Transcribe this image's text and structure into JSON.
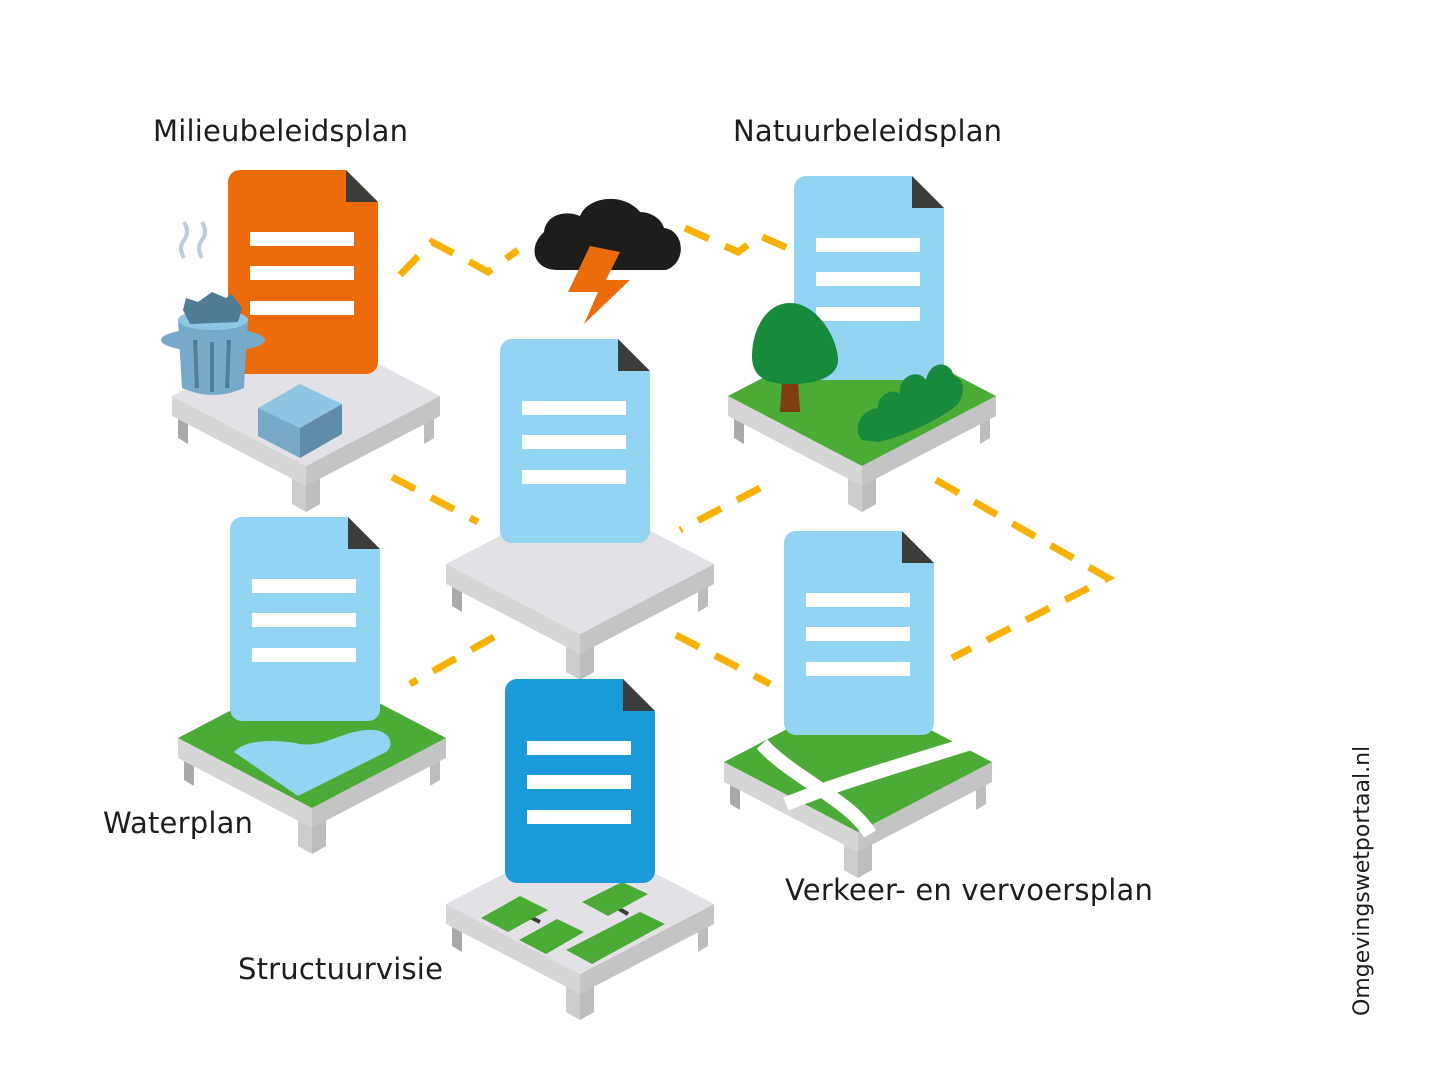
{
  "title_labels": {
    "milieu": "Milieubeleidsplan",
    "natuur": "Natuurbeleidsplan",
    "water": "Waterplan",
    "structuur": "Structuurvisie",
    "verkeer": "Verkeer- en vervoersplan"
  },
  "credit": "Omgevingswetportaal.nl",
  "nodes": [
    {
      "id": "milieu",
      "label": "Milieubeleidsplan",
      "doc_color": "#ec6b0b",
      "platform": "grey",
      "decorations": [
        "trash-can",
        "block"
      ]
    },
    {
      "id": "natuur",
      "label": "Natuurbeleidsplan",
      "doc_color": "#93d4f3",
      "platform": "green",
      "decorations": [
        "tree",
        "bush"
      ]
    },
    {
      "id": "center",
      "label": "",
      "doc_color": "#93d4f3",
      "platform": "grey",
      "decorations": []
    },
    {
      "id": "water",
      "label": "Waterplan",
      "doc_color": "#93d4f3",
      "platform": "green",
      "decorations": [
        "water-pond"
      ]
    },
    {
      "id": "structuur",
      "label": "Structuurvisie",
      "doc_color": "#1a9ad9",
      "platform": "grey",
      "decorations": [
        "green-plots"
      ]
    },
    {
      "id": "verkeer",
      "label": "Verkeer- en vervoersplan",
      "doc_color": "#93d4f3",
      "platform": "green",
      "decorations": [
        "roads"
      ]
    }
  ],
  "connectors": [
    {
      "from": "milieu",
      "to": "natuur",
      "style": "dashed",
      "via": "storm-cloud"
    },
    {
      "from": "milieu",
      "to": "center",
      "style": "dashed"
    },
    {
      "from": "natuur",
      "to": "center",
      "style": "dashed"
    },
    {
      "from": "natuur",
      "to": "verkeer",
      "style": "dashed"
    },
    {
      "from": "center",
      "to": "water",
      "style": "dashed"
    },
    {
      "from": "center",
      "to": "verkeer",
      "style": "dashed"
    }
  ],
  "colors": {
    "dash": "#f8b100",
    "doc_light": "#93d4f3",
    "doc_orange": "#ec6b0b",
    "doc_blue": "#1a9ad9",
    "corner": "#3c3c3b",
    "grass": "#4aab36",
    "tree": "#178a3c",
    "trunk": "#7d3e12",
    "cloud": "#1d1d1b",
    "bolt": "#ec6b0b",
    "plat_top": "#e3e1e6",
    "plat_side": "#cfcfcf"
  }
}
